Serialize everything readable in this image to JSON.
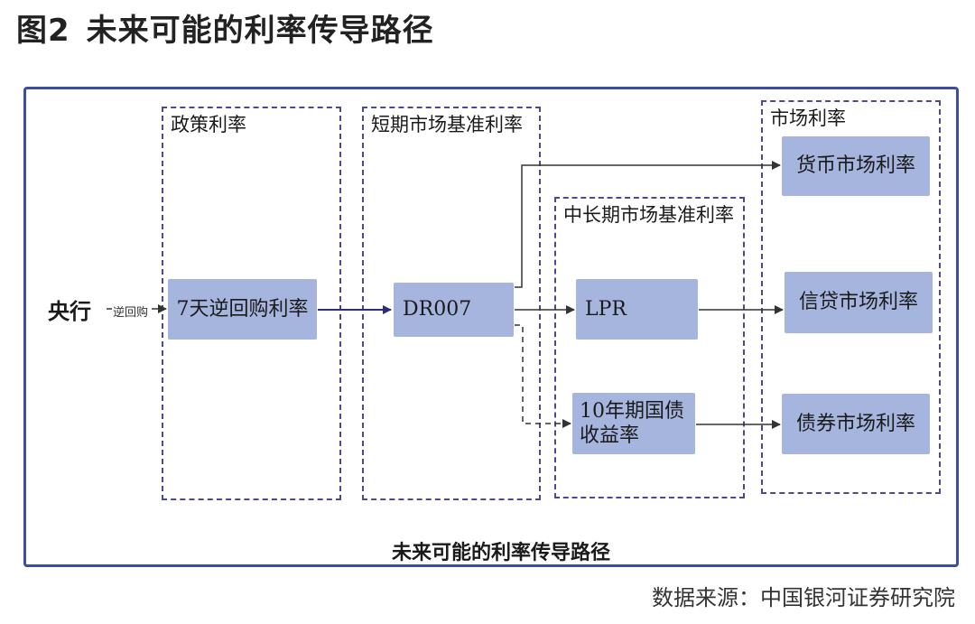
{
  "title": {
    "figure_no": "图2",
    "text": "未来可能的利率传导路径"
  },
  "source_node": "央行",
  "edge_label": "逆回购",
  "groups": {
    "policy": "政策利率",
    "short_term": "短期市场基准利率",
    "mid_long_term": "中长期市场基准利率",
    "market": "市场利率"
  },
  "nodes": {
    "reverse_repo": "7天逆回购利率",
    "dr007": "DR007",
    "lpr": "LPR",
    "bond10y_line1": "10年期国债",
    "bond10y_line2": "收益率",
    "money_market": "货币市场利率",
    "credit_market": "信贷市场利率",
    "bond_market": "债券市场利率"
  },
  "caption": "未来可能的利率传导路径",
  "source_note": "数据来源：中国银河证券研究院",
  "colors": {
    "node_fill": "#a6b5de",
    "frame_border": "#3b4f9a",
    "dashed_border": "#4a4a8c"
  }
}
